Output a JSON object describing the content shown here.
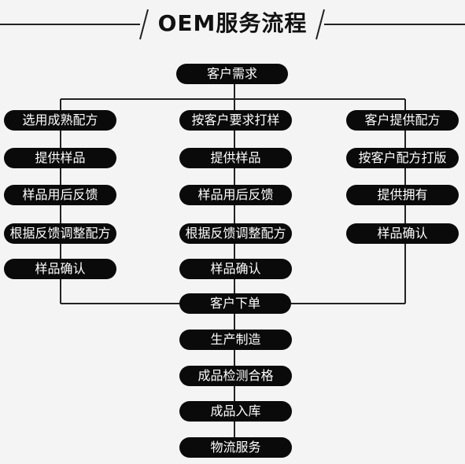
{
  "title": "OEM服务流程",
  "top_node": "客户需求",
  "left_branch": [
    "选用成熟配方",
    "提供样品",
    "样品用后反馈",
    "根据反馈调整配方",
    "样品确认"
  ],
  "center_branch": [
    "按客户要求打样",
    "提供样品",
    "样品用后反馈",
    "根据反馈调整配方",
    "样品确认"
  ],
  "right_branch": [
    "客户提供配方",
    "按客户配方打版",
    "提供拥有",
    "样品确认"
  ],
  "merge_node": "客户下单",
  "bottom_chain": [
    "生产制造",
    "成品检测合格",
    "成品入库",
    "物流服务"
  ],
  "colors": {
    "background": "#f4f4f4",
    "pill_fill": "#0a0a0a",
    "pill_text": "#ffffff",
    "line": "#222222",
    "title_text": "#111111"
  }
}
